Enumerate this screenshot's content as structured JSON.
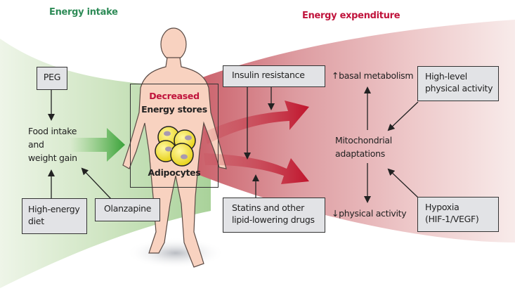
{
  "diagram": {
    "colors": {
      "intake_green": "#2e8b57",
      "expenditure_red": "#c0143c",
      "decreased_red": "#c0143c",
      "box_fill": "#e2e3e6",
      "box_border": "#333333",
      "adipocyte_fill": "#f2e233",
      "nucleus_fill": "#a99ab0"
    },
    "headings": {
      "intake": "Energy intake",
      "expenditure": "Energy expenditure"
    },
    "intake": {
      "peg_box": "PEG",
      "food_intake_line1": "Food intake",
      "food_intake_line2": "and",
      "food_intake_line3": "weight gain",
      "high_energy_line1": "High-energy",
      "high_energy_line2": "diet",
      "olanzapine_box": "Olanzapine"
    },
    "center": {
      "decreased": "Decreased",
      "energy_stores": "Energy stores",
      "adipocytes": "Adipocytes"
    },
    "expenditure": {
      "insulin_box": "Insulin resistance",
      "statins_line1": "Statins and other",
      "statins_line2": "lipid-lowering drugs",
      "basal_metabolism": "↑basal metabolism",
      "physical_activity": "↓physical activity",
      "mito_line1": "Mitochondrial",
      "mito_line2": "adaptations",
      "high_level_line1": "High-level",
      "high_level_line2": "physical activity",
      "hypoxia_line1": "Hypoxia",
      "hypoxia_line2": "(HIF-1/VEGF)"
    }
  }
}
